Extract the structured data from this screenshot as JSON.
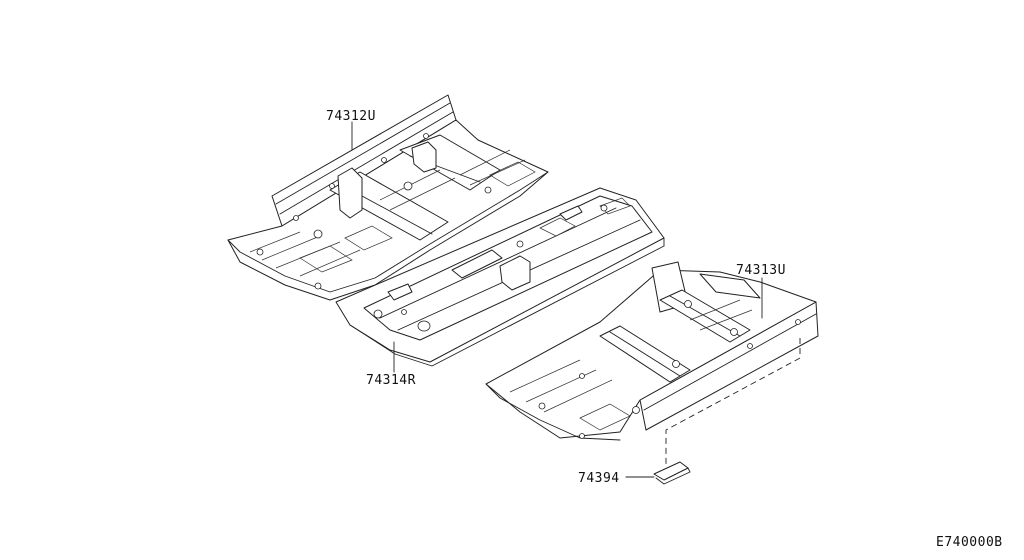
{
  "parts": [
    {
      "id": "front-floor-rh",
      "label": "74312U"
    },
    {
      "id": "center-floor",
      "label": "74314R"
    },
    {
      "id": "rear-floor",
      "label": "74313U"
    },
    {
      "id": "bracket",
      "label": "74394"
    }
  ],
  "diagram_code": "E740000B"
}
